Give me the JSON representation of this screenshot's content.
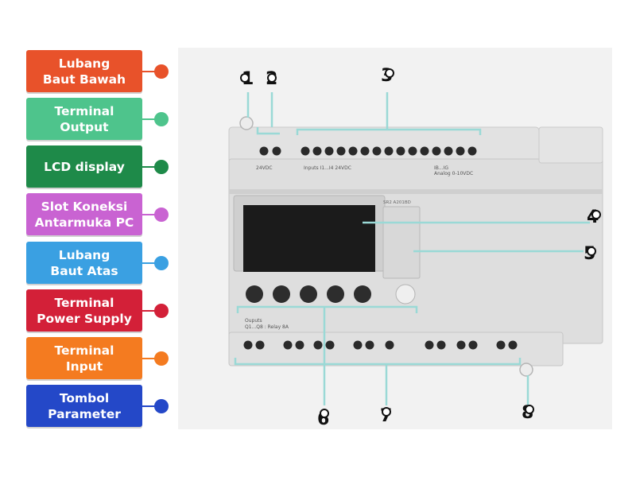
{
  "labels": [
    {
      "text": "Lubang\nBaut Bawah",
      "color": "#e8522a"
    },
    {
      "text": "Terminal\nOutput",
      "color": "#4ec48c"
    },
    {
      "text": "LCD display",
      "color": "#1e8a49"
    },
    {
      "text": "Slot Koneksi\nAntarmuka PC",
      "color": "#c963d2"
    },
    {
      "text": "Lubang\nBaut Atas",
      "color": "#3aa0e2"
    },
    {
      "text": "Terminal\nPower Supply",
      "color": "#d32038"
    },
    {
      "text": "Terminal\nInput",
      "color": "#f47b20"
    },
    {
      "text": "Tombol\nParameter",
      "color": "#2448c8"
    }
  ],
  "device": {
    "top_text_left": "24VDC",
    "top_text_mid": "Inputs I1...I4  24VDC",
    "top_text_right1": "IB...IG",
    "top_text_right2": "Analog 0-10VDC",
    "brand": "Ouputs",
    "relay_text": "Q1...Q8 : Relay 8A",
    "model": "SR2 A201BD"
  },
  "markers": [
    {
      "id": "m1",
      "label": "1"
    },
    {
      "id": "m2",
      "label": "2"
    },
    {
      "id": "m3",
      "label": "3"
    },
    {
      "id": "m4",
      "label": "4"
    },
    {
      "id": "m5",
      "label": "5"
    },
    {
      "id": "m6",
      "label": "6"
    },
    {
      "id": "m7",
      "label": "7"
    },
    {
      "id": "m8",
      "label": "8"
    }
  ],
  "colors": {
    "leader": "#9ad9d6",
    "body": "#dedede",
    "lcd": "#1b1b1b",
    "terminal": "#2a2a2a"
  }
}
